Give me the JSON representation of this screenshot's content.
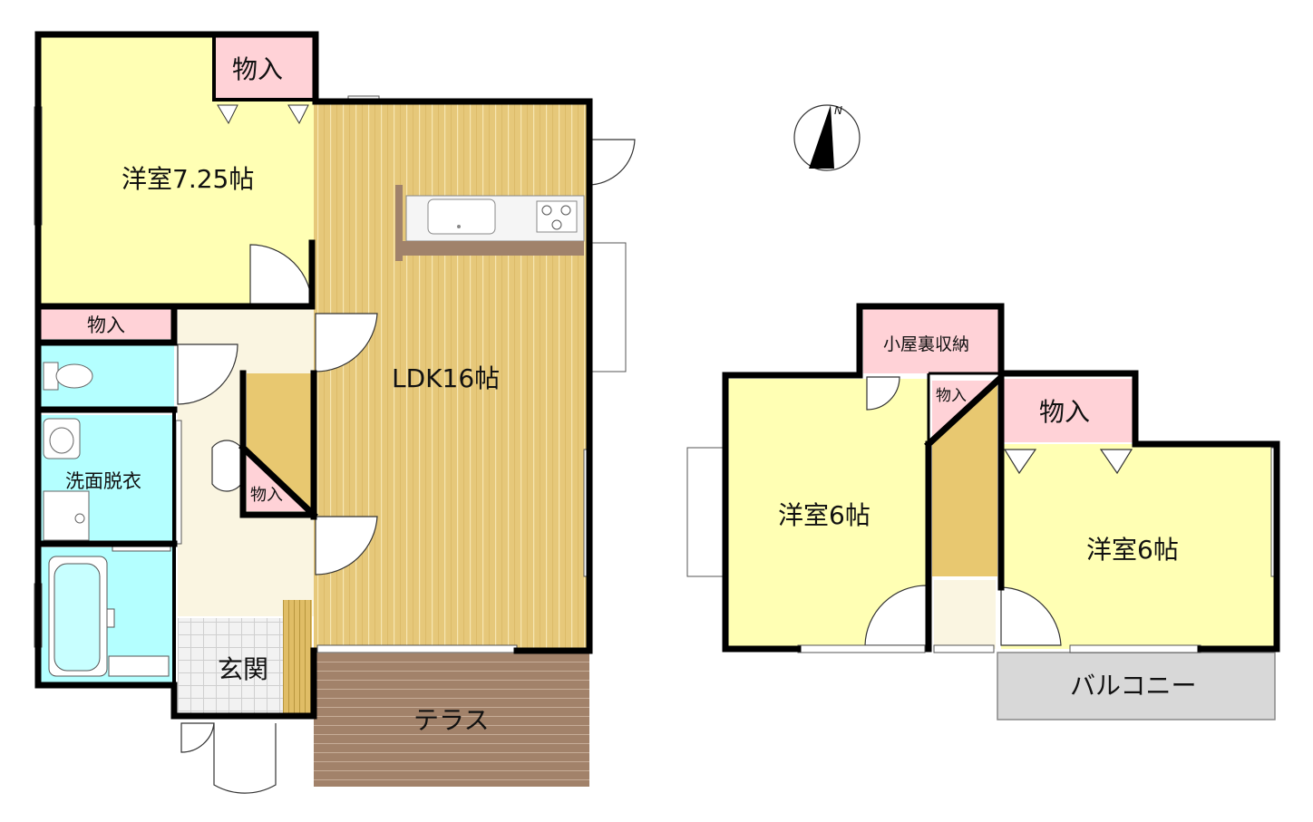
{
  "floor1": {
    "room_yoshitsu": "洋室7.25帖",
    "closet_top": "物入",
    "closet_mid": "物入",
    "ldk": "LDK16帖",
    "closet_small": "物入",
    "washroom": "洗面脱衣",
    "entrance": "玄関",
    "terrace": "テラス"
  },
  "floor2": {
    "attic_storage": "小屋裏収納",
    "closet_a": "物入",
    "closet_b": "物入",
    "room_left": "洋室6帖",
    "room_right": "洋室6帖",
    "balcony": "バルコニー"
  },
  "compass": {
    "north": "N"
  },
  "colors": {
    "room": "#ffffb4",
    "closet": "#ffd2d7",
    "wet": "#b4ffff",
    "hall": "#faf5e1",
    "floor_wood": "#e4c676",
    "deck": "#a0826b",
    "balcony": "#d8d8d8",
    "stair": "#e8c870"
  }
}
